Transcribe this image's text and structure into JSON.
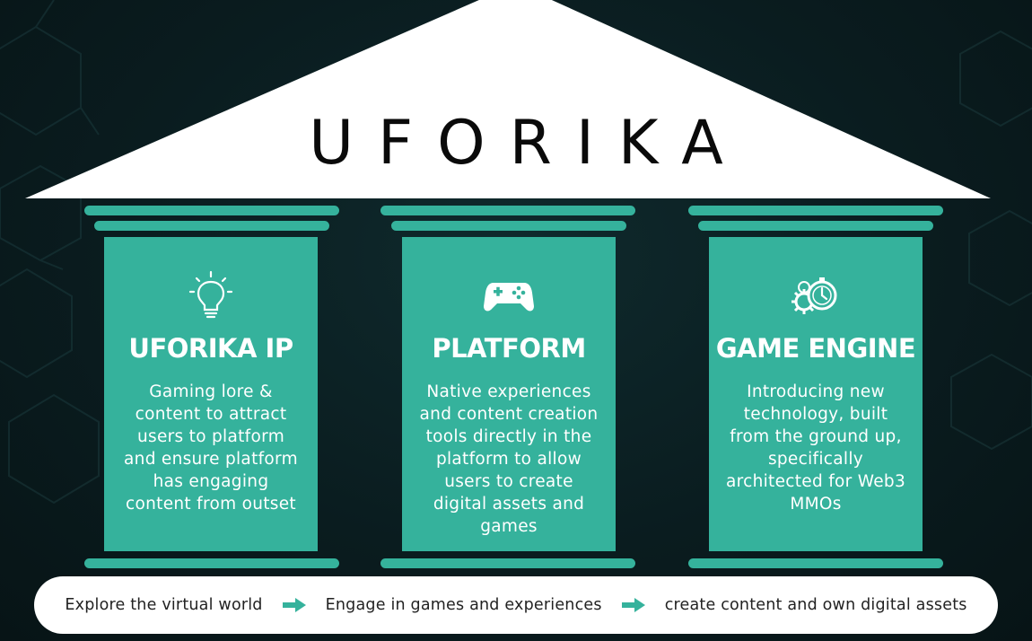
{
  "logo": "UFORIKA",
  "colors": {
    "teal": "#35b29c",
    "background": "#0a1c1f",
    "roof": "#ffffff"
  },
  "pillars": [
    {
      "icon": "lightbulb-icon",
      "title": "UFORIKA IP",
      "lines": [
        "Gaming lore &",
        "content to attract",
        "users to platform",
        "and ensure platform",
        "has engaging",
        "content from outset"
      ]
    },
    {
      "icon": "gamepad-icon",
      "title": "PLATFORM",
      "lines": [
        "Native experiences",
        "and content creation",
        "tools directly in the",
        "platform to allow",
        "users to create",
        "digital assets and",
        "games"
      ]
    },
    {
      "icon": "gear-compass-icon",
      "title": "GAME ENGINE",
      "lines": [
        "Introducing new",
        "technology, built",
        "from the ground up,",
        "specifically",
        "architected for Web3",
        "MMOs"
      ]
    }
  ],
  "footer": {
    "steps": [
      "Explore the virtual world",
      "Engage in games and experiences",
      "create content and own digital assets"
    ],
    "arrow_icon": "arrow-right-icon"
  }
}
